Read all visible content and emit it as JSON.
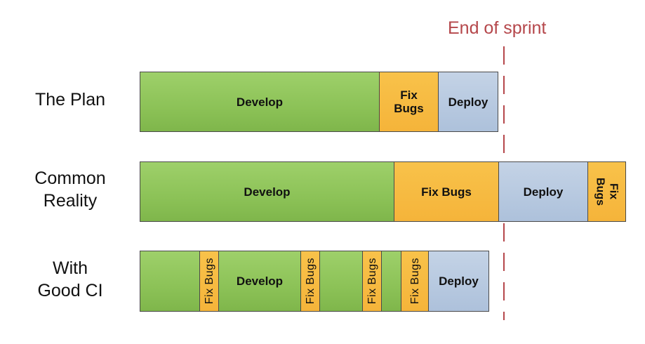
{
  "sprint_marker": {
    "label": "End of sprint",
    "color": "#b5474b"
  },
  "rows": [
    {
      "label_lines": [
        "The Plan"
      ],
      "segments": [
        {
          "type": "develop",
          "text": "Develop"
        },
        {
          "type": "fix",
          "text_lines": [
            "Fix",
            "Bugs"
          ]
        },
        {
          "type": "deploy",
          "text": "Deploy"
        }
      ]
    },
    {
      "label_lines": [
        "Common",
        "Reality"
      ],
      "segments": [
        {
          "type": "develop",
          "text": "Develop"
        },
        {
          "type": "fix",
          "text": "Fix Bugs"
        },
        {
          "type": "deploy",
          "text": "Deploy"
        },
        {
          "type": "fix",
          "text_lines": [
            "Fix",
            "Bugs"
          ]
        }
      ]
    },
    {
      "label_lines": [
        "With",
        "Good CI"
      ],
      "segments": [
        {
          "type": "develop",
          "text": ""
        },
        {
          "type": "fix",
          "text": "Fix Bugs"
        },
        {
          "type": "develop",
          "text": "Develop"
        },
        {
          "type": "fix",
          "text": "Fix Bugs"
        },
        {
          "type": "develop",
          "text": ""
        },
        {
          "type": "fix",
          "text": "Fix Bugs"
        },
        {
          "type": "develop",
          "text": ""
        },
        {
          "type": "fix",
          "text": "Fix Bugs"
        },
        {
          "type": "deploy",
          "text": "Deploy"
        }
      ]
    }
  ],
  "colors": {
    "develop": "#8cc257",
    "fix": "#f5b43a",
    "deploy": "#adc1db",
    "border": "#4a4a4a"
  }
}
